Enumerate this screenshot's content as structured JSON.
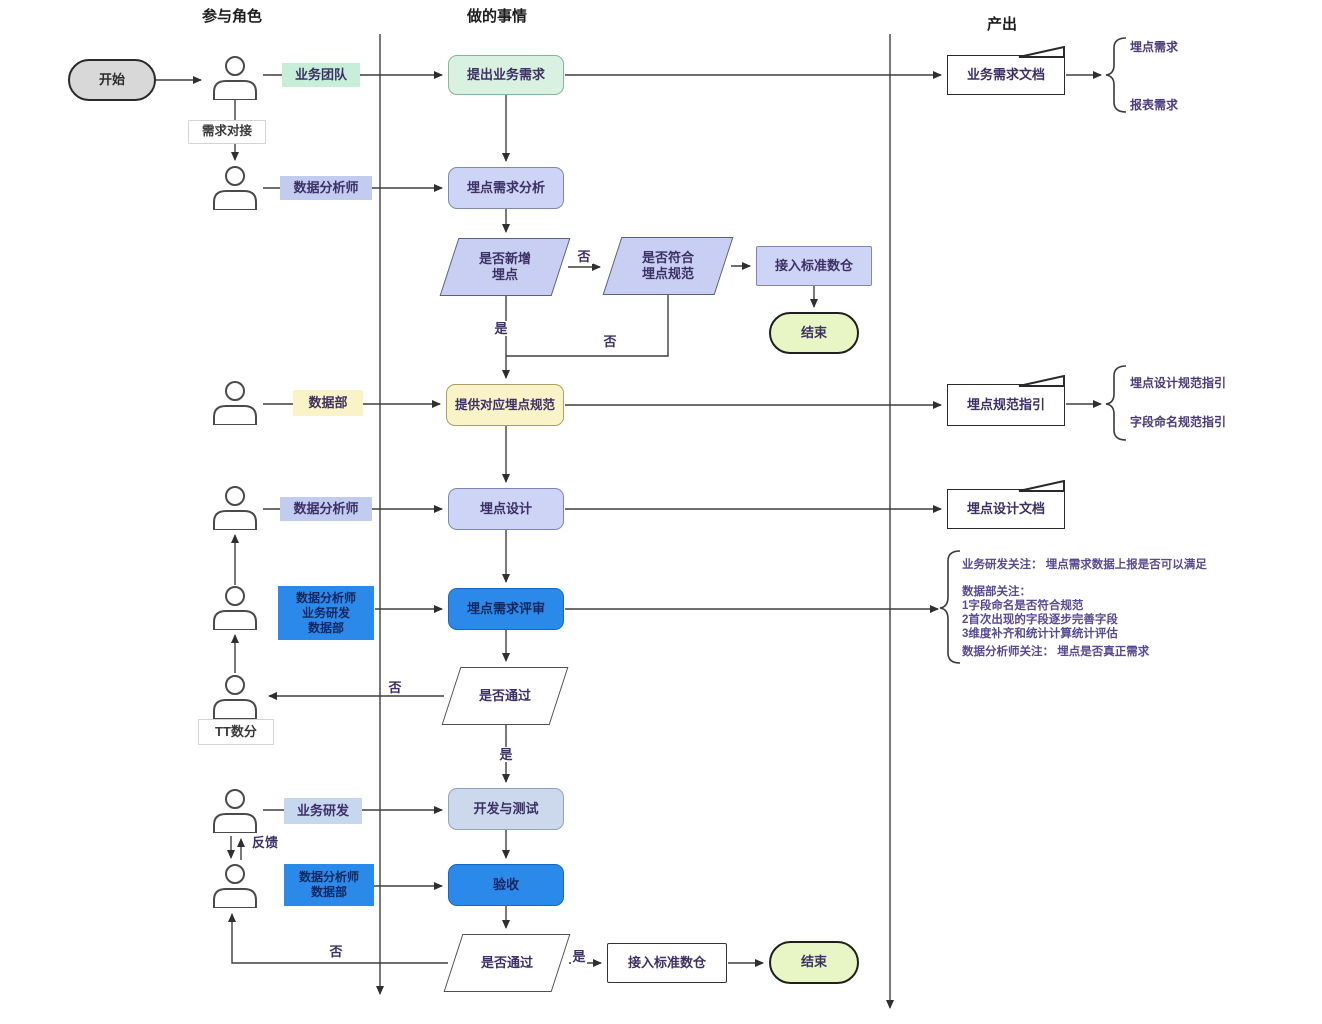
{
  "headers": {
    "roles": "参与角色",
    "tasks": "做的事情",
    "outputs": "产出"
  },
  "terminals": {
    "start": "开始",
    "end_top": "结束",
    "end_bottom": "结束"
  },
  "roles": {
    "business_team": "业务团队",
    "data_analyst_1": "数据分析师",
    "data_dept": "数据部",
    "data_analyst_2": "数据分析师",
    "review_group": {
      "line1": "数据分析师",
      "line2": "业务研发",
      "line3": "数据部"
    },
    "tt_data": "TT数分",
    "biz_dev": "业务研发",
    "accept_group": {
      "line1": "数据分析师",
      "line2": "数据部"
    }
  },
  "processes": {
    "propose": "提出业务需求",
    "analysis": "埋点需求分析",
    "provide_spec": "提供对应埋点规范",
    "design": "埋点设计",
    "review": "埋点需求评审",
    "dev_test": "开发与测试",
    "accept": "验收",
    "dw_top": "接入标准数仓",
    "dw_bottom": "接入标准数仓"
  },
  "decisions": {
    "is_new": {
      "line1": "是否新增",
      "line2": "埋点"
    },
    "conform": {
      "line1": "是否符合",
      "line2": "埋点规范"
    },
    "pass_review": "是否通过",
    "pass_accept": "是否通过"
  },
  "documents": {
    "biz_req_doc": "业务需求文档",
    "spec_guide_doc": "埋点规范指引",
    "design_doc": "埋点设计文档"
  },
  "output_items": {
    "tracking_req": "埋点需求",
    "report_req": "报表需求",
    "design_spec_guide": "埋点设计规范指引",
    "field_naming_guide": "字段命名规范指引"
  },
  "edge_labels": {
    "req_align": "需求对接",
    "no_1": "否",
    "yes_1": "是",
    "no_2": "否",
    "no_review": "否",
    "yes_review": "是",
    "feedback": "反馈",
    "no_accept": "否",
    "yes_accept": "是"
  },
  "annotation": {
    "line1": "业务研发关注： 埋点需求数据上报是否可以满足",
    "line2": "数据部关注：",
    "line3": "1字段命名是否符合规范",
    "line4": "2首次出现的字段逐步完善字段",
    "line5": "3维度补齐和统计计算统计评估",
    "line6": "数据分析师关注： 埋点是否真正需求"
  },
  "colors": {
    "accent_blue": "#2b8ae9",
    "periwinkle": "#cdd4f5",
    "mint": "#d8f1e0",
    "yellow": "#fbf3c8",
    "end_green": "#e8f5c5",
    "start_gray": "#d8d8d8",
    "steel": "#ccd9ec"
  }
}
